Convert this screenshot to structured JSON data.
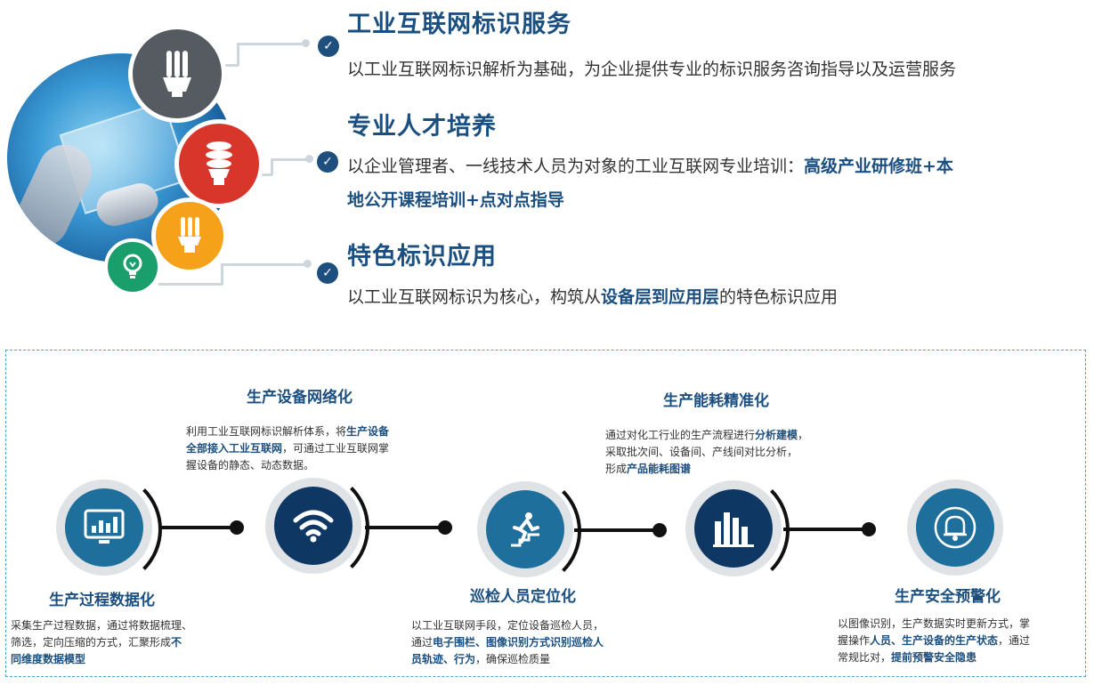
{
  "services": [
    {
      "title": "工业互联网标识服务",
      "desc": "以工业互联网标识解析为基础，为企业提供专业的标识服务咨询指导以及运营服务"
    },
    {
      "title": "专业人才培养",
      "desc_line1_pre": "以企业管理者、一线技术人员为对象的工业互联网专业培训：",
      "desc_line1_bold": "高级产业研修班+本",
      "desc_line2_bold": "地公开课程培训+点对点指导"
    },
    {
      "title": "特色标识应用",
      "desc_pre": "以工业互联网标识为核心，构筑从",
      "desc_bold": "设备层到应用层",
      "desc_post": "的特色标识应用"
    }
  ],
  "features": {
    "f1": {
      "title": "生产过程数据化",
      "l1": "采集生产过程数据，通过将数据梳理、",
      "l2": "筛选，定向压缩的方式，汇聚形成",
      "l2_bold": "不",
      "l3_bold": "同维度数据模型"
    },
    "f2": {
      "title": "生产设备网络化",
      "l1_pre": "利用工业互联网标识解析体系，将",
      "l1_bold": "生产设备",
      "l2_bold": "全部接入工业互联网",
      "l2_post": "，可通过工业互联网掌",
      "l3": "握设备的静态、动态数据。"
    },
    "f3": {
      "title": "巡检人员定位化",
      "l1": "以工业互联网手段，定位设备巡检人员，",
      "l2_pre": "通过",
      "l2_bold": "电子围栏、图像识别方式识别巡检人",
      "l3_bold": "员轨迹、行为",
      "l3_post": "，确保巡检质量"
    },
    "f4": {
      "title": "生产能耗精准化",
      "l1_pre": "通过对化工行业的生产流程进行",
      "l1_bold": "分析建模",
      "l1_post": "，",
      "l2": "采取批次间、设备间、产线间对比分析，",
      "l3_pre": "形成",
      "l3_bold": "产品能耗图谱"
    },
    "f5": {
      "title": "生产安全预警化",
      "l1": "以图像识别，生产数据实时更新方式，掌",
      "l2_pre": "握操作",
      "l2_bold": "人员、生产设备的生产状态",
      "l2_post": "，通过",
      "l3_pre": "常规比对，",
      "l3_bold": "提前预警安全隐患"
    }
  },
  "icons": {
    "hero": [
      "tube-lamp-icon",
      "spiral-bulb-icon",
      "cfl-bulb-icon",
      "lightbulb-icon"
    ],
    "features": [
      "monitor-chart-icon",
      "wifi-icon",
      "person-running-icon",
      "bar-chart-icon",
      "bell-icon"
    ]
  },
  "colors": {
    "accent": "#1b4f80",
    "red": "#d8362b",
    "orange": "#f5a11a",
    "green": "#1a9e6c",
    "gray": "#555b60",
    "teal": "#1f6f9d",
    "navy": "#0f3764"
  }
}
